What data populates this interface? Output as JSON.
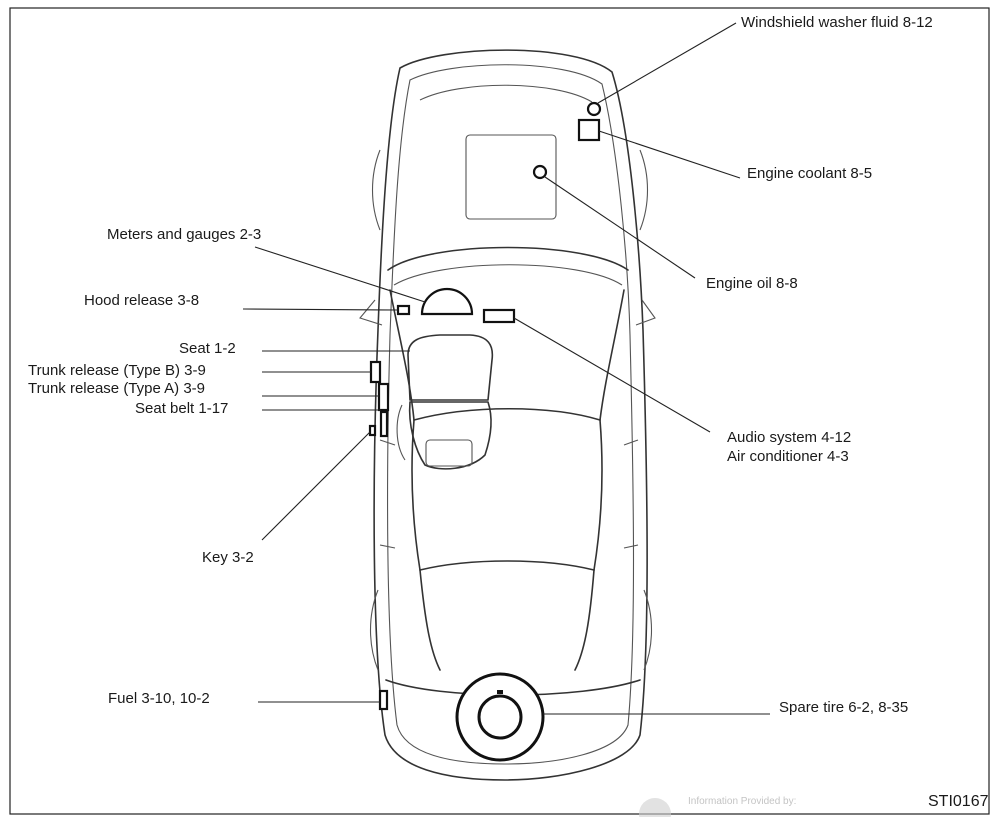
{
  "figure_code": "STI0167",
  "watermark": "Information Provided by:",
  "labels": {
    "washer": "Windshield washer fluid 8-12",
    "coolant": "Engine coolant 8-5",
    "meters": "Meters and gauges 2-3",
    "oil": "Engine oil 8-8",
    "hood": "Hood release 3-8",
    "seat": "Seat 1-2",
    "trunk_b": "Trunk release (Type B) 3-9",
    "trunk_a": "Trunk release (Type A) 3-9",
    "seatbelt": "Seat belt 1-17",
    "audio": "Audio system 4-12",
    "aircon": "Air conditioner 4-3",
    "key": "Key 3-2",
    "fuel": "Fuel 3-10, 10-2",
    "spare": "Spare tire 6-2, 8-35"
  }
}
